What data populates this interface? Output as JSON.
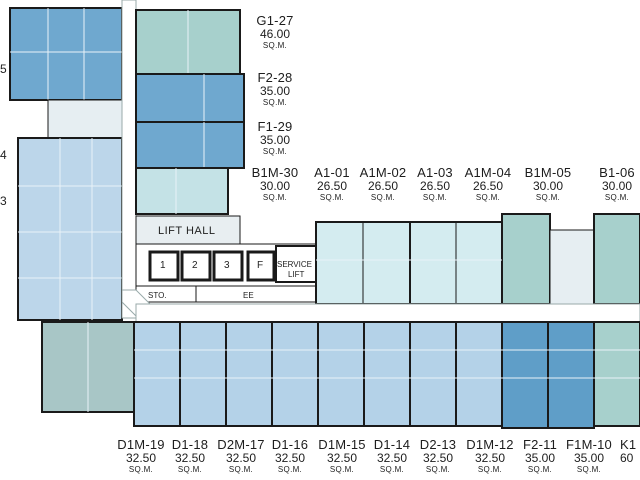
{
  "units_top_right": [
    {
      "code": "G1-27",
      "area": "46.00",
      "unit": "SQ.M."
    },
    {
      "code": "F2-28",
      "area": "35.00",
      "unit": "SQ.M."
    },
    {
      "code": "F1-29",
      "area": "35.00",
      "unit": "SQ.M."
    },
    {
      "code": "B1M-30",
      "area": "30.00",
      "unit": "SQ.M."
    }
  ],
  "units_top_row": [
    {
      "code": "A1-01",
      "area": "26.50",
      "unit": "SQ.M."
    },
    {
      "code": "A1M-02",
      "area": "26.50",
      "unit": "SQ.M."
    },
    {
      "code": "A1-03",
      "area": "26.50",
      "unit": "SQ.M."
    },
    {
      "code": "A1M-04",
      "area": "26.50",
      "unit": "SQ.M."
    },
    {
      "code": "B1M-05",
      "area": "30.00",
      "unit": "SQ.M."
    },
    {
      "code": "B1-06",
      "area": "30.00",
      "unit": "SQ.M."
    }
  ],
  "units_bottom_row": [
    {
      "code": "D1M-19",
      "area": "32.50",
      "unit": "SQ.M."
    },
    {
      "code": "D1-18",
      "area": "32.50",
      "unit": "SQ.M."
    },
    {
      "code": "D2M-17",
      "area": "32.50",
      "unit": "SQ.M."
    },
    {
      "code": "D1-16",
      "area": "32.50",
      "unit": "SQ.M."
    },
    {
      "code": "D1M-15",
      "area": "32.50",
      "unit": "SQ.M."
    },
    {
      "code": "D1-14",
      "area": "32.50",
      "unit": "SQ.M."
    },
    {
      "code": "D2-13",
      "area": "32.50",
      "unit": "SQ.M."
    },
    {
      "code": "D1M-12",
      "area": "32.50",
      "unit": "SQ.M."
    },
    {
      "code": "F2-11",
      "area": "35.00",
      "unit": "SQ.M."
    },
    {
      "code": "F1M-10",
      "area": "35.00",
      "unit": "SQ.M."
    },
    {
      "code": "K1",
      "area": "60",
      "unit": ""
    }
  ],
  "core": {
    "lift_hall": "LIFT HALL",
    "lifts": [
      "1",
      "2",
      "3",
      "F"
    ],
    "service_lift_line1": "SERVICE",
    "service_lift_line2": "LIFT",
    "sto": "STO.",
    "ee": "EE"
  },
  "edge_numbers": [
    "5",
    "4",
    "3"
  ],
  "colors": {
    "light_blue": "#c4dcec",
    "mid_blue": "#8fbedb",
    "deep_blue": "#5f9ec8",
    "teal": "#a7d0cc",
    "pale_teal": "#d4ecec",
    "sage": "#a4c4c4",
    "corridor": "#ffffff",
    "wall": "#1a1a1a"
  }
}
